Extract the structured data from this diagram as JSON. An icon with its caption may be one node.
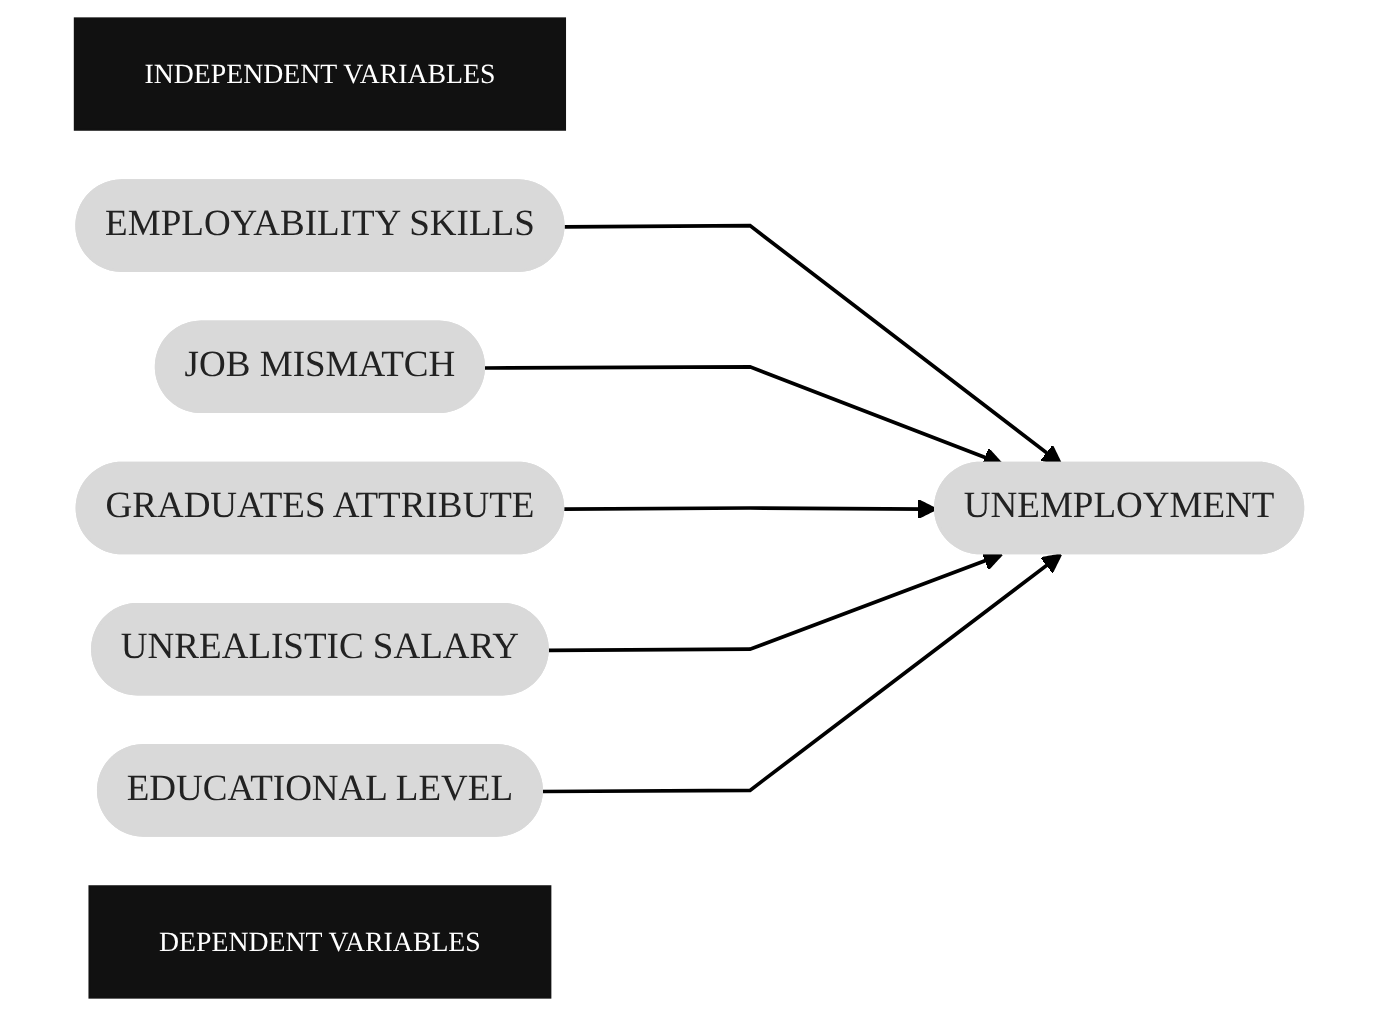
{
  "diagram": {
    "nodes": [
      {
        "text": [
          "INDEPENDENT VARIABLES"
        ]
      },
      {
        "text": [
          "EMPLOYABILITY SKILLS"
        ]
      },
      {
        "text": [
          "JOB MISMATCH"
        ]
      },
      {
        "text": [
          "GRADUATES ATTRIBUTE"
        ]
      },
      {
        "text": [
          "UNREALISTIC SALARY"
        ]
      },
      {
        "text": [
          "EDUCATIONAL LEVEL"
        ]
      },
      {
        "text": [
          "DEPENDENT VARIABLES"
        ]
      },
      {
        "text": [
          "UNEMPLOYMENT"
        ]
      }
    ],
    "edges": [
      {
        "from": 1,
        "to": 7,
        "arrow": "to"
      },
      {
        "from": 2,
        "to": 7,
        "arrow": "to"
      },
      {
        "from": 3,
        "to": 7,
        "arrow": "to"
      },
      {
        "from": 4,
        "to": 7,
        "arrow": "to"
      },
      {
        "from": 5,
        "to": 7,
        "arrow": "to"
      }
    ]
  }
}
